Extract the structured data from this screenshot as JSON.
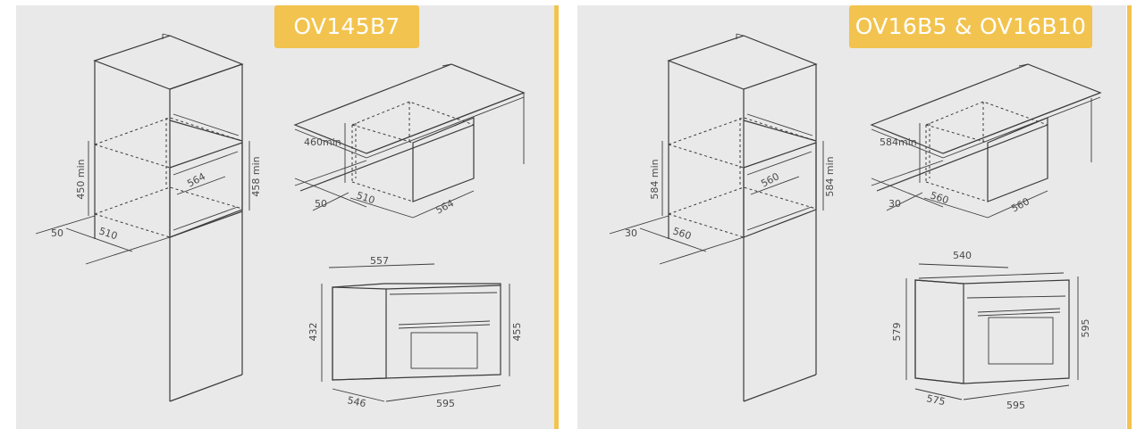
{
  "panels": [
    {
      "model": "OV145B7",
      "cabinet": {
        "niche_height": "450 min",
        "oven_height": "458 min",
        "depth_front": "50",
        "depth": "510",
        "inner": "564"
      },
      "countertop": {
        "height": "460min",
        "front": "50",
        "depth": "510",
        "width": "564"
      },
      "oven": {
        "width_top": "557",
        "height_left": "432",
        "height_right": "455",
        "depth": "546",
        "width": "595"
      }
    },
    {
      "model": "OV16B5 & OV16B10",
      "cabinet": {
        "niche_height": "584 min",
        "oven_height": "584 min",
        "depth_front": "30",
        "depth": "560",
        "inner": "560"
      },
      "countertop": {
        "height": "584min",
        "front": "30",
        "depth": "560",
        "width": "560"
      },
      "oven": {
        "width_top": "540",
        "height_left": "579",
        "height_right": "595",
        "depth": "575",
        "width": "595"
      }
    }
  ],
  "colors": {
    "accent": "#f2c34e",
    "panel_bg": "#e9e9e9",
    "line": "#3b3b3b"
  }
}
